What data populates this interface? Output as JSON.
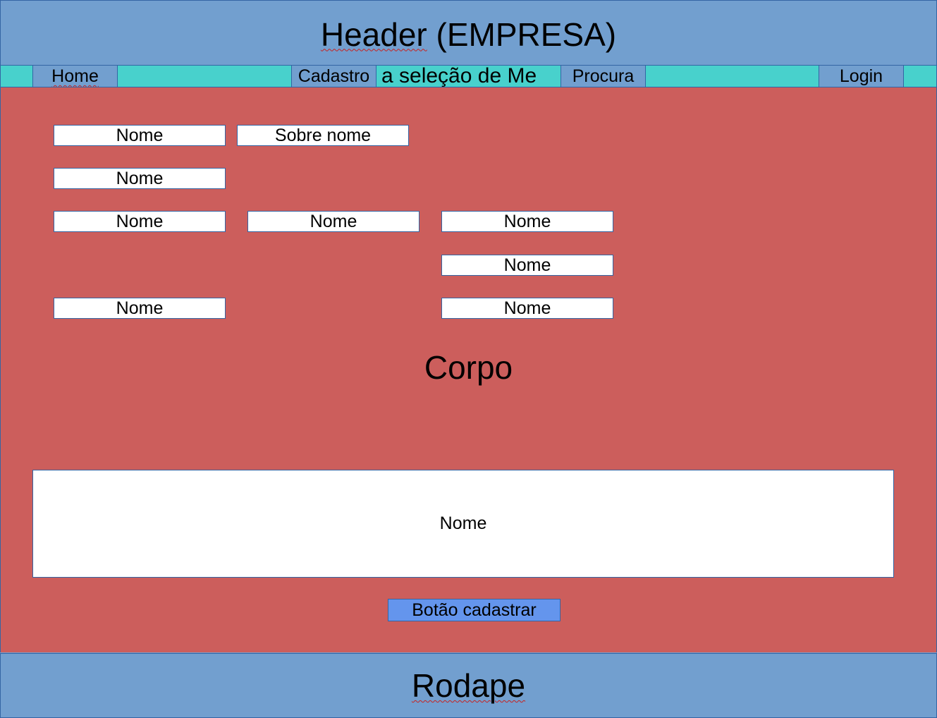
{
  "header": {
    "title_main": "Header",
    "title_rest": " (EMPRESA)"
  },
  "navbar": {
    "center_text": "a seleção de Me",
    "items": [
      {
        "label": "Home"
      },
      {
        "label": "Cadastro"
      },
      {
        "label": "Procura"
      },
      {
        "label": "Login"
      }
    ]
  },
  "form": {
    "row1": {
      "field1": "Nome",
      "field2": "Sobre nome"
    },
    "row2": {
      "field1": "Nome"
    },
    "row3": {
      "field1": "Nome",
      "field2": "Nome",
      "field3": "Nome"
    },
    "row4": {
      "field3": "Nome"
    },
    "row5": {
      "field1": "Nome",
      "field3": "Nome"
    },
    "textarea": "Nome",
    "submit_label": "Botão cadastrar"
  },
  "body": {
    "label": "Corpo"
  },
  "footer": {
    "title": "Rodape"
  },
  "colors": {
    "header_bg": "#729fcf",
    "nav_bg": "#48d1cc",
    "body_bg": "#cc5e5c",
    "button_bg": "#6495ed",
    "border": "#3465a4"
  }
}
